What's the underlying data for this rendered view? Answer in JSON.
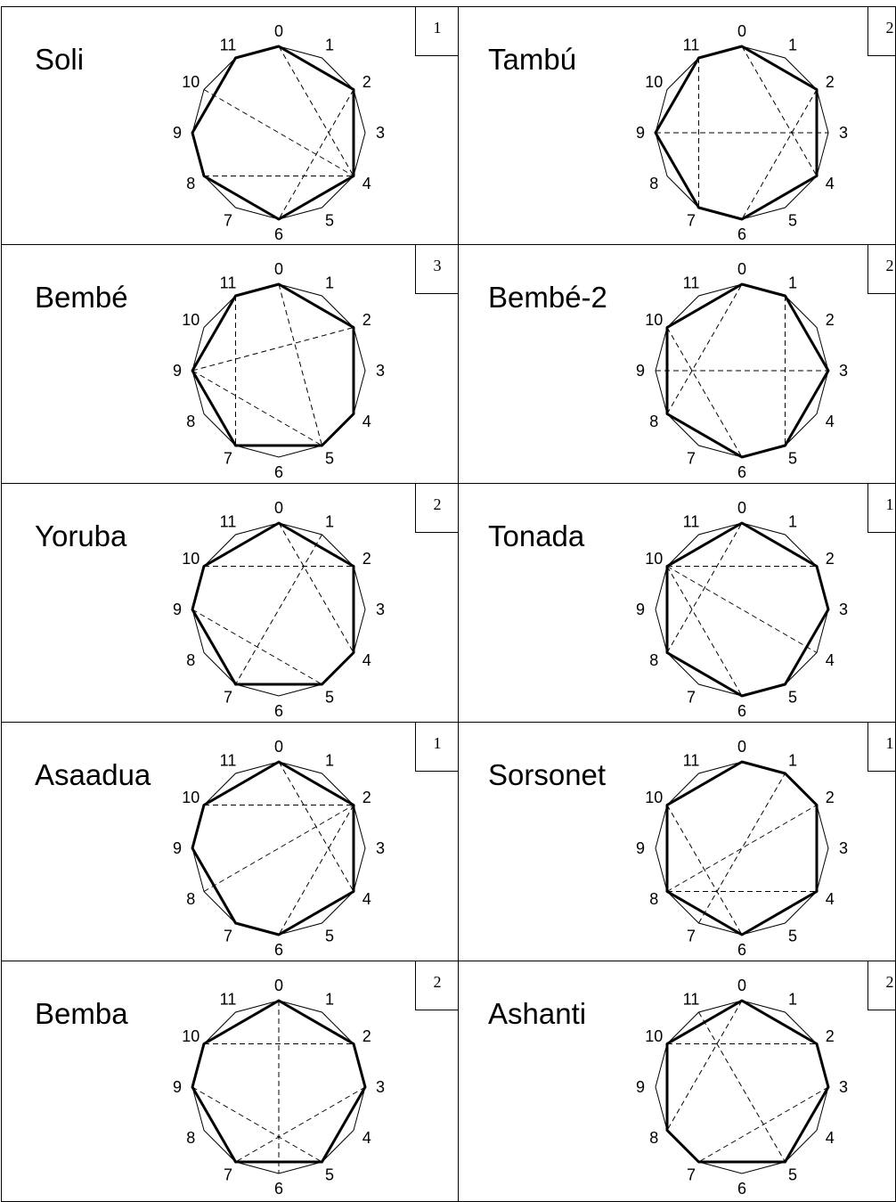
{
  "layout_note_free": true,
  "panels": [
    {
      "name": "Soli",
      "count": "1",
      "onsets": [
        0,
        2,
        4,
        6,
        8,
        9,
        11
      ],
      "dashed": [
        [
          0,
          4
        ],
        [
          2,
          6
        ],
        [
          10,
          4
        ],
        [
          8,
          4
        ]
      ]
    },
    {
      "name": "Tambú",
      "count": "2",
      "onsets": [
        0,
        2,
        4,
        6,
        7,
        9,
        11
      ],
      "dashed": [
        [
          0,
          4
        ],
        [
          2,
          6
        ],
        [
          9,
          3
        ],
        [
          11,
          7
        ]
      ]
    },
    {
      "name": "Bembé",
      "count": "3",
      "onsets": [
        0,
        2,
        4,
        5,
        7,
        9,
        11
      ],
      "dashed": [
        [
          11,
          7
        ],
        [
          0,
          5
        ],
        [
          9,
          2
        ],
        [
          9,
          5
        ]
      ]
    },
    {
      "name": "Bembé-2",
      "count": "2",
      "onsets": [
        0,
        1,
        3,
        5,
        6,
        8,
        10
      ],
      "dashed": [
        [
          1,
          5
        ],
        [
          9,
          3
        ],
        [
          10,
          6
        ],
        [
          8,
          0
        ]
      ]
    },
    {
      "name": "Yoruba",
      "count": "2",
      "onsets": [
        0,
        2,
        4,
        5,
        7,
        9,
        10
      ],
      "dashed": [
        [
          10,
          2
        ],
        [
          0,
          4
        ],
        [
          1,
          7
        ],
        [
          9,
          5
        ]
      ]
    },
    {
      "name": "Tonada",
      "count": "1",
      "onsets": [
        0,
        2,
        3,
        5,
        6,
        8,
        10
      ],
      "dashed": [
        [
          10,
          2
        ],
        [
          10,
          6
        ],
        [
          8,
          0
        ],
        [
          10,
          4
        ]
      ]
    },
    {
      "name": "Asaadua",
      "count": "1",
      "onsets": [
        0,
        2,
        4,
        6,
        7,
        9,
        10
      ],
      "dashed": [
        [
          10,
          2
        ],
        [
          0,
          4
        ],
        [
          2,
          6
        ],
        [
          8,
          2
        ]
      ]
    },
    {
      "name": "Sorsonet",
      "count": "1",
      "onsets": [
        0,
        1,
        2,
        4,
        6,
        8,
        10
      ],
      "dashed": [
        [
          8,
          4
        ],
        [
          10,
          6
        ],
        [
          7,
          1
        ],
        [
          8,
          2
        ]
      ]
    },
    {
      "name": "Bemba",
      "count": "2",
      "onsets": [
        0,
        2,
        3,
        5,
        7,
        9,
        10
      ],
      "dashed": [
        [
          10,
          2
        ],
        [
          0,
          6
        ],
        [
          9,
          5
        ],
        [
          3,
          7
        ]
      ]
    },
    {
      "name": "Ashanti",
      "count": "2",
      "onsets": [
        0,
        2,
        3,
        5,
        7,
        8,
        10
      ],
      "dashed": [
        [
          10,
          2
        ],
        [
          11,
          5
        ],
        [
          0,
          8
        ],
        [
          3,
          7
        ]
      ]
    }
  ],
  "position_labels": [
    "0",
    "1",
    "2",
    "3",
    "4",
    "5",
    "6",
    "7",
    "8",
    "9",
    "10",
    "11"
  ],
  "colors": {
    "line": "#000000",
    "background": "#ffffff"
  }
}
